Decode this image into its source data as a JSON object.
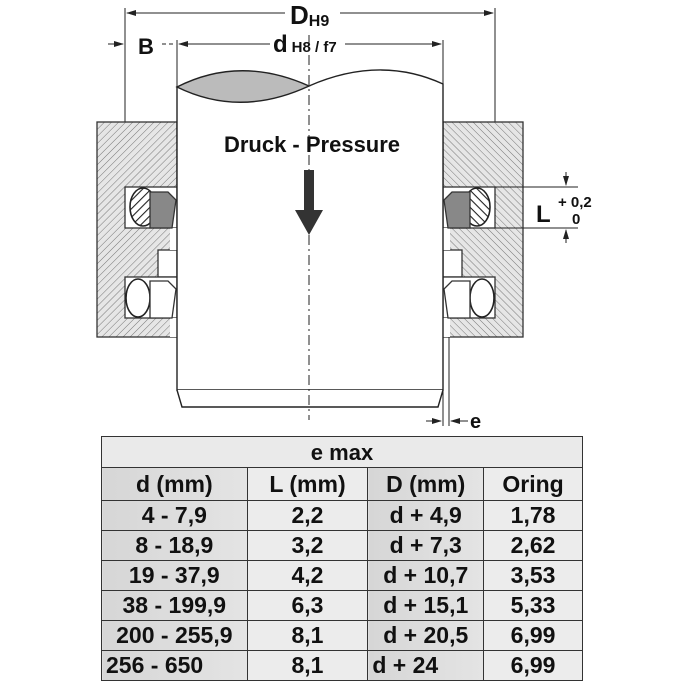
{
  "diagram": {
    "dimension_D": "D",
    "dimension_D_tol": "H9",
    "dimension_B": "B",
    "dimension_d": "d",
    "dimension_d_tol": "H8 / f7",
    "dimension_L": "L",
    "dimension_L_tol_upper": "+ 0,2",
    "dimension_L_tol_lower": "0",
    "dimension_e": "e",
    "pressure_label": "Druck - Pressure"
  },
  "table": {
    "title": "e max",
    "headers": [
      "d (mm)",
      "L (mm)",
      "D (mm)",
      "Oring"
    ],
    "rows": [
      [
        "4 - 7,9",
        "2,2",
        "d + 4,9",
        "1,78"
      ],
      [
        "8 - 18,9",
        "3,2",
        "d + 7,3",
        "2,62"
      ],
      [
        "19 - 37,9",
        "4,2",
        "d + 10,7",
        "3,53"
      ],
      [
        "38 - 199,9",
        "6,3",
        "d + 15,1",
        "5,33"
      ],
      [
        "200 - 255,9",
        "8,1",
        "d + 20,5",
        "6,99"
      ],
      [
        "256 - 650",
        "8,1",
        "d + 24",
        "6,99"
      ]
    ]
  }
}
